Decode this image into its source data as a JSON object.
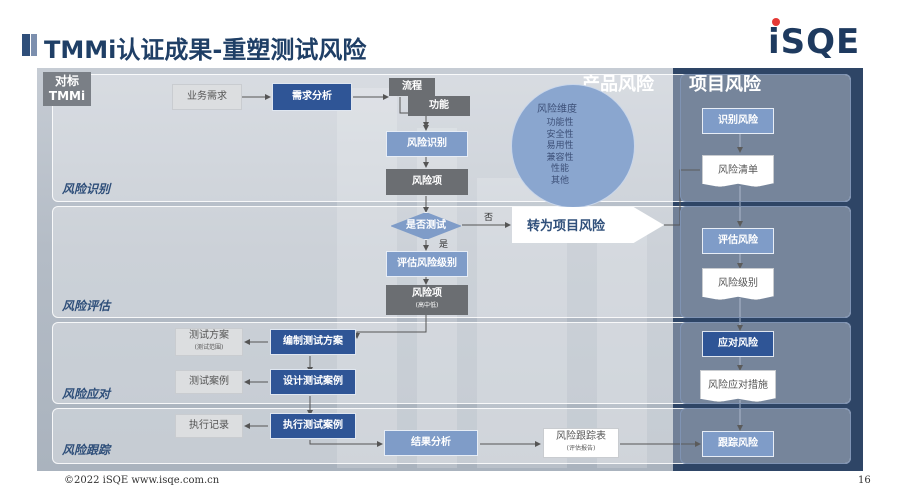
{
  "header": {
    "title": "TMMi认证成果-重塑测试风险",
    "logo": "iSQE"
  },
  "tag": {
    "line1": "对标",
    "line2": "TMMi"
  },
  "columns": {
    "product_risk": "产品风险",
    "project_risk": "项目风险"
  },
  "bands": {
    "identify": "风险识别",
    "evaluate": "风险评估",
    "respond": "风险应对",
    "track": "风险跟踪"
  },
  "flow": {
    "biz_req": "业务需求",
    "req_analysis": "需求分析",
    "process": "流程",
    "function": "功能",
    "risk_identify": "风险识别",
    "risk_item": "风险项",
    "is_test": "是否测试",
    "no": "否",
    "yes": "是",
    "eval_level": "评估风险级别",
    "risk_item2": "风险项",
    "risk_item2_sub": "(高中低)",
    "test_plan": "测试方案",
    "test_plan_sub": "(测试范围)",
    "write_plan": "编制测试方案",
    "test_case": "测试案例",
    "design_case": "设计测试案例",
    "exec_record": "执行记录",
    "exec_case": "执行测试案例",
    "result_analysis": "结果分析",
    "track_table": "风险跟踪表",
    "track_table_sub": "(评估报告)",
    "to_project": "转为项目风险"
  },
  "dimensions": {
    "title": "风险维度",
    "items": [
      "功能性",
      "安全性",
      "易用性",
      "兼容性",
      "性能",
      "其他"
    ]
  },
  "project": {
    "identify": "识别风险",
    "list": "风险清单",
    "evaluate": "评估风险",
    "level": "风险级别",
    "respond": "应对风险",
    "measures": "风险应对措施",
    "track": "跟踪风险"
  },
  "footer": {
    "copyright": "©2022  iSQE   www.isqe.com.cn",
    "page": "16"
  }
}
